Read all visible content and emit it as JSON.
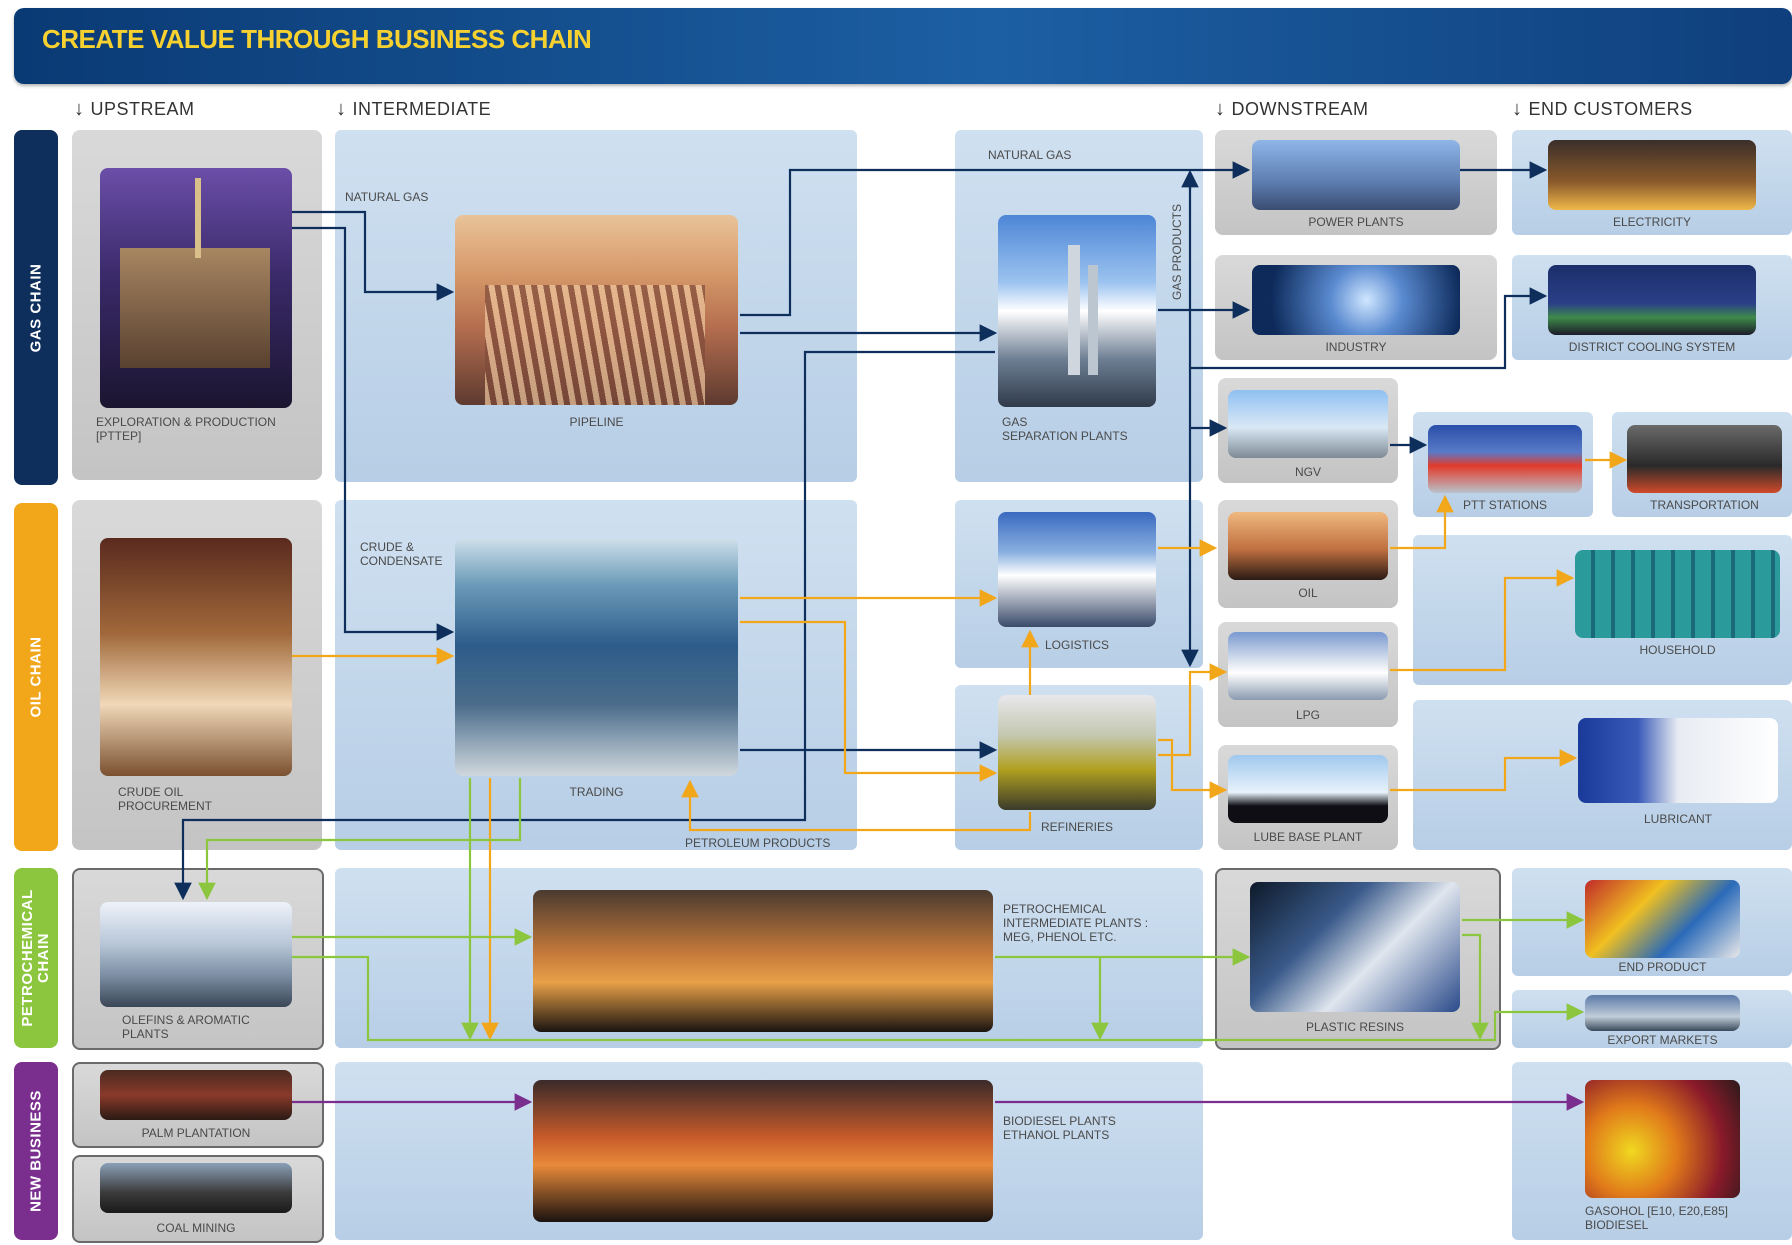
{
  "header": {
    "title": "CREATE VALUE THROUGH BUSINESS CHAIN"
  },
  "columns": {
    "upstream": "UPSTREAM",
    "intermediate": "INTERMEDIATE",
    "downstream": "DOWNSTREAM",
    "end_customers": "END CUSTOMERS"
  },
  "chains": {
    "gas": "GAS CHAIN",
    "oil": "OIL CHAIN",
    "petrochemical": "PETROCHEMICAL\nCHAIN",
    "new_business": "NEW BUSINESS"
  },
  "colors": {
    "gas": "#0e2f5c",
    "oil": "#f2a71b",
    "petrochemical": "#8cc63f",
    "new_business": "#7a2e8e"
  },
  "nodes": {
    "exploration": "EXPLORATION & PRODUCTION\n[PTTEP]",
    "pipeline": "PIPELINE",
    "gas_separation": "GAS\nSEPARATION PLANTS",
    "power_plants": "POWER PLANTS",
    "electricity": "ELECTRICITY",
    "industry": "INDUSTRY",
    "district_cooling": "DISTRICT COOLING SYSTEM",
    "ngv": "NGV",
    "ptt_stations": "PTT STATIONS",
    "transportation": "TRANSPORTATION",
    "crude_oil": "CRUDE OIL\nPROCUREMENT",
    "trading": "TRADING",
    "logistics": "LOGISTICS",
    "refineries": "REFINERIES",
    "oil": "OIL",
    "lpg": "LPG",
    "lube_base": "LUBE BASE PLANT",
    "household": "HOUSEHOLD",
    "lubricant": "LUBRICANT",
    "olefins": "OLEFINS & AROMATIC\nPLANTS",
    "petro_intermediate": "PETROCHEMICAL\nINTERMEDIATE PLANTS :\nMEG, PHENOL ETC.",
    "plastic_resins": "PLASTIC RESINS",
    "end_product": "END PRODUCT",
    "export_markets": "EXPORT MARKETS",
    "palm": "PALM PLANTATION",
    "coal": "COAL MINING",
    "biodiesel_plants": "BIODIESEL PLANTS\nETHANOL PLANTS",
    "gasohol": "GASOHOL [E10, E20,E85]\nBIODIESEL"
  },
  "flow_labels": {
    "natural_gas_1": "NATURAL GAS",
    "natural_gas_2": "NATURAL GAS",
    "gas_products": "GAS PRODUCTS",
    "crude_condensate": "CRUDE &\nCONDENSATE",
    "petroleum_products": "PETROLEUM PRODUCTS"
  }
}
